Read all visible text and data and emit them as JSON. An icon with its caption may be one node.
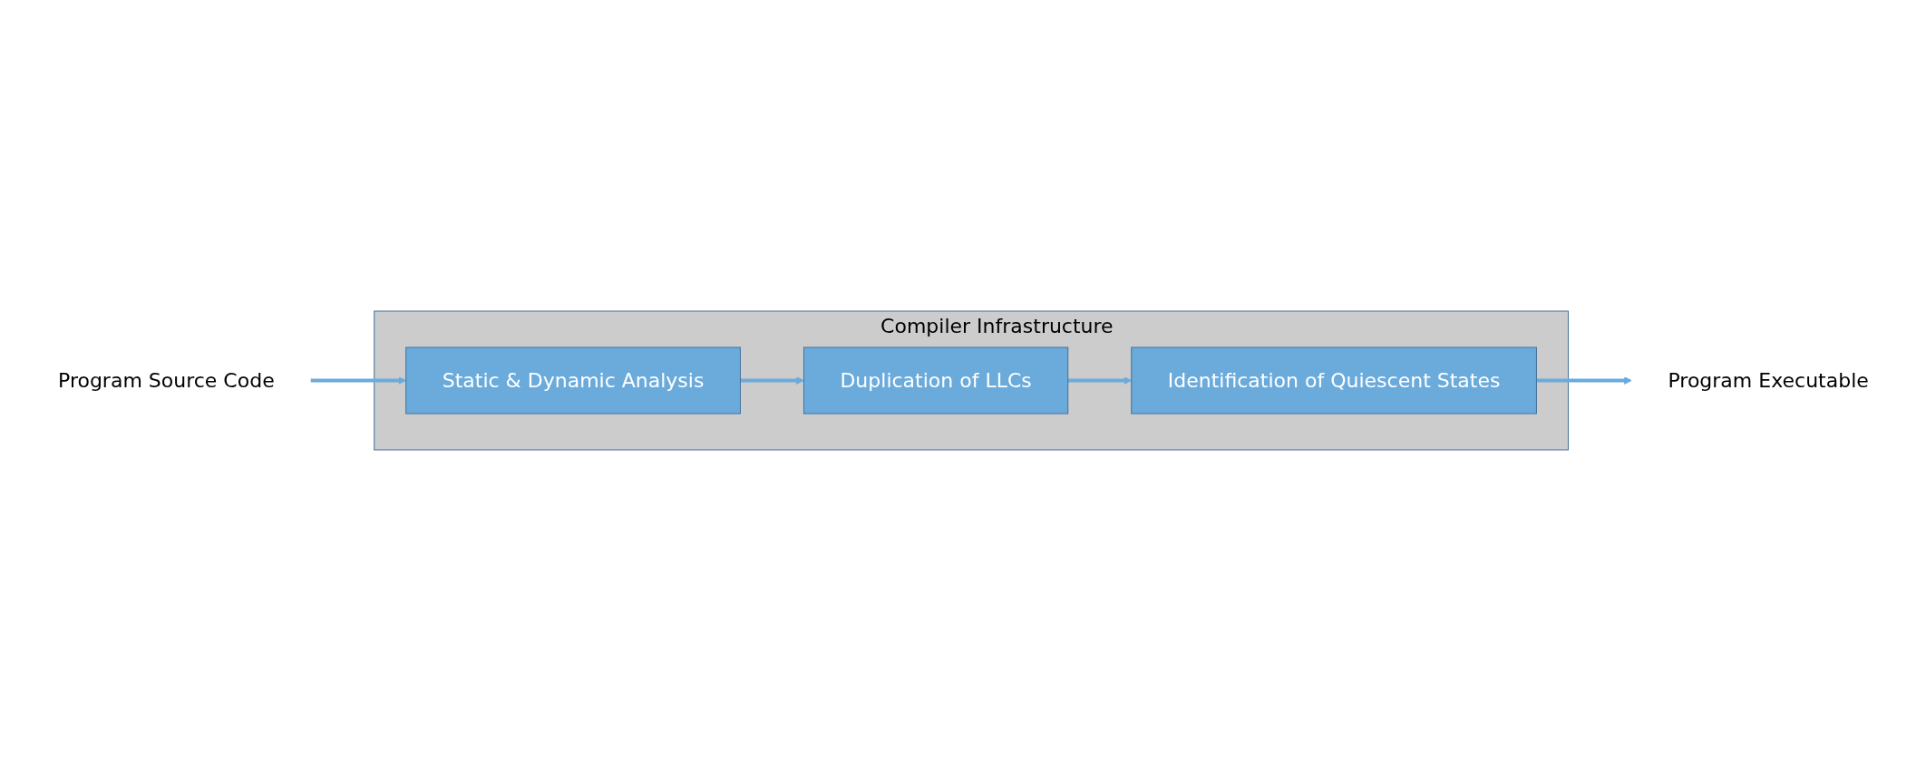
{
  "diagram": {
    "nodes": [
      {
        "text": [
          "Compiler Infrastructure"
        ]
      },
      {
        "text": [
          "Static & Dynamic Analysis"
        ],
        "in": 0
      },
      {
        "text": [
          "Duplication of LLCs"
        ],
        "in": 0
      },
      {
        "text": [
          "Identification of Quiescent States"
        ],
        "in": 0
      },
      {
        "text": [
          "Program Source Code"
        ]
      },
      {
        "text": [
          "Program Executable"
        ]
      }
    ],
    "edges": [
      {
        "from": 4,
        "to": 1,
        "arrow": "to"
      },
      {
        "from": 1,
        "to": 2,
        "arrow": "to"
      },
      {
        "from": 2,
        "to": 3,
        "arrow": "to"
      },
      {
        "from": 3,
        "to": 5,
        "arrow": "to"
      }
    ]
  }
}
